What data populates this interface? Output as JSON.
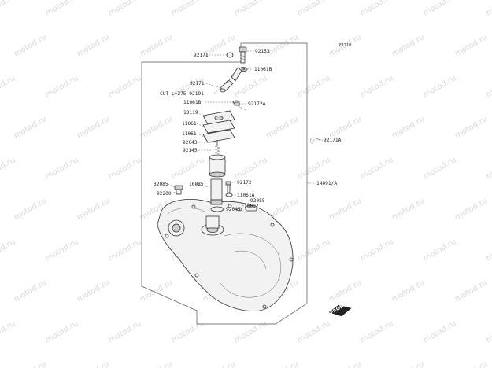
{
  "diagram_code": "E1710",
  "watermark": "motod.ru",
  "front_marker": "FRONT",
  "labels": {
    "p92171_top": "92171",
    "p92153": "92153",
    "p11061B_top": "11061B",
    "p92171_mid": "92171",
    "p92191": "CUT L=275  92191",
    "p11061B_mid": "11061B",
    "p92172A": "92172A",
    "p13119": "13119",
    "p11061_a": "11061",
    "p11061_b": "11061",
    "p92043": "92043",
    "p92145": "92145",
    "p92171A": "92171A",
    "p14091A": "14091/A",
    "p92172": "92172",
    "p32085": "32085",
    "p16085": "16085",
    "p11061A": "11061A",
    "p92200": "92200",
    "p92055": "92055",
    "p16087": "16087",
    "p92049": "92049"
  }
}
